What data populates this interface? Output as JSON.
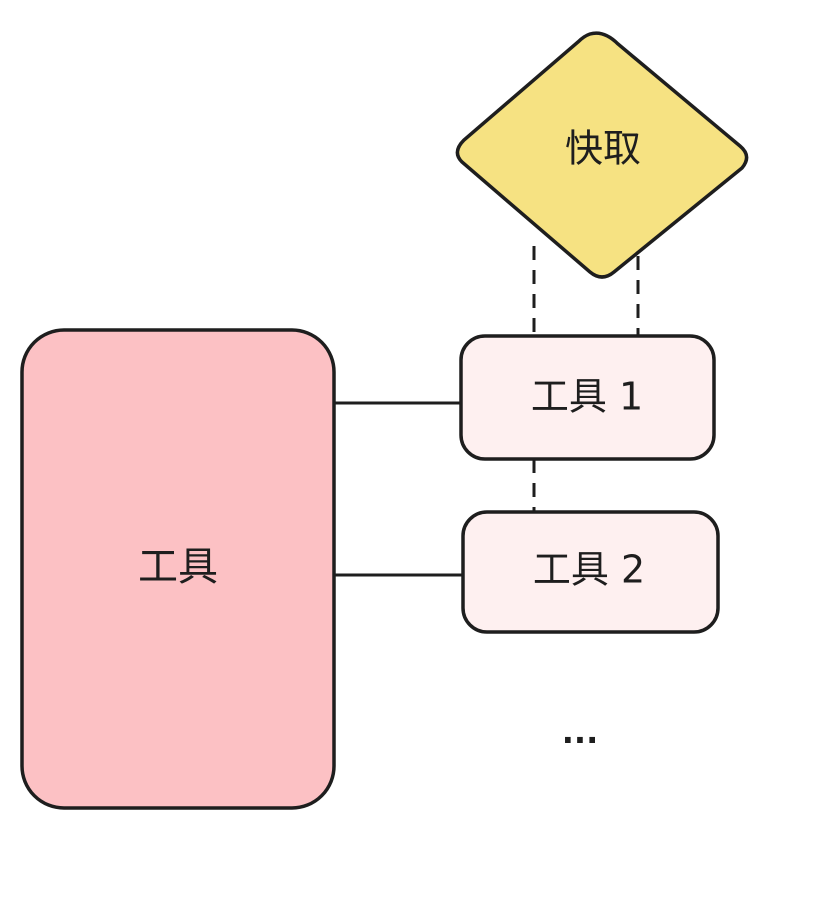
{
  "diagram": {
    "colors": {
      "tool_main_fill": "#fcc1c4",
      "tool_item_fill": "#fef0f0",
      "cache_fill": "#f6e282",
      "stroke": "#1e1e1e"
    },
    "tool_main": {
      "label": "工具"
    },
    "cache": {
      "label": "快取"
    },
    "tool_items": [
      {
        "label": "工具 1"
      },
      {
        "label": "工具 2"
      }
    ],
    "more": {
      "label": "..."
    }
  }
}
